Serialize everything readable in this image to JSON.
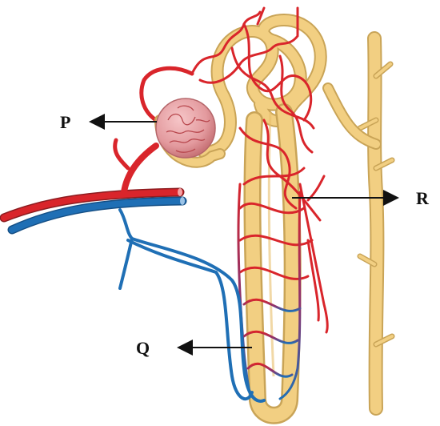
{
  "labels": {
    "p": "P",
    "q": "Q",
    "r": "R"
  },
  "colors": {
    "tubule": "#f2cf82",
    "tubule_edge": "#c9a457",
    "artery": "#d9252b",
    "vein": "#1f6fb5",
    "capillary_mix": "#7a3a78",
    "glomerulus": "#e8a0a4",
    "arrow": "#111111"
  }
}
